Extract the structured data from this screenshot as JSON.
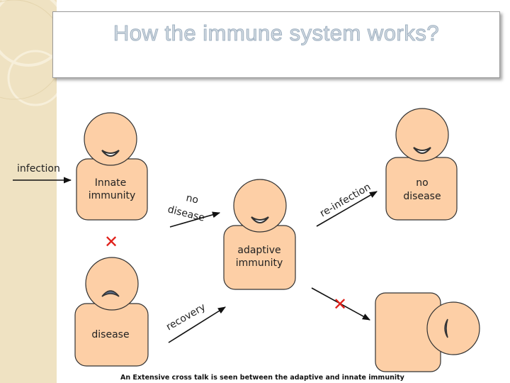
{
  "title": "How the immune system works?",
  "labels": {
    "infection": "infection",
    "innate_line1": "Innate",
    "innate_line2": "immunity",
    "no_disease_arc_1": "no",
    "no_disease_arc_2": "disease",
    "reinfection": "re-infection",
    "no_disease_top_1": "no",
    "no_disease_top_2": "disease",
    "adaptive_line1": "adaptive",
    "adaptive_line2": "immunity",
    "recovery": "recovery",
    "disease": "disease",
    "caption": "An Extensive cross talk is seen between the adaptive and innate immunity"
  },
  "colors": {
    "figure_fill": "#fdcfa6",
    "figure_stroke": "#333333",
    "x_mark": "#e0201a",
    "background_strip": "#efe2c2"
  }
}
